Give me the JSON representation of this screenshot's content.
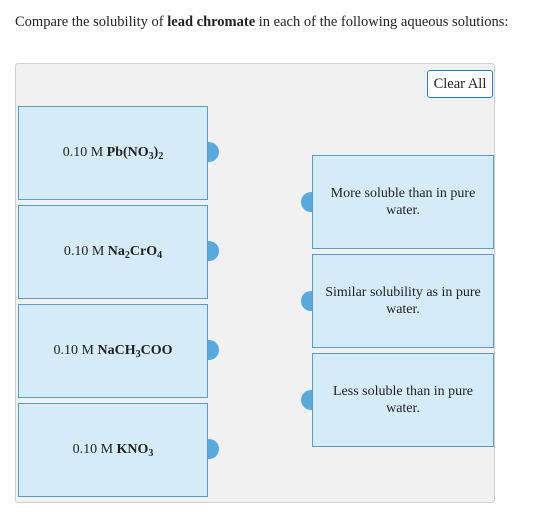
{
  "prompt": {
    "before": "Compare the solubility of ",
    "bold": "lead chromate",
    "after": " in each of the following aqueous solutions:"
  },
  "clear_button": "Clear All",
  "left_items": [
    {
      "prefix": "0.10 M ",
      "formula": [
        [
          "Pb(NO",
          ""
        ],
        [
          "3",
          "sub"
        ],
        [
          ")",
          ""
        ],
        [
          "2",
          "sub"
        ]
      ]
    },
    {
      "prefix": "0.10 M ",
      "formula": [
        [
          "Na",
          ""
        ],
        [
          "2",
          "sub"
        ],
        [
          "CrO",
          ""
        ],
        [
          "4",
          "sub"
        ]
      ]
    },
    {
      "prefix": "0.10 M ",
      "formula": [
        [
          "NaCH",
          ""
        ],
        [
          "3",
          "sub"
        ],
        [
          "COO",
          ""
        ]
      ]
    },
    {
      "prefix": "0.10 M ",
      "formula": [
        [
          "KNO",
          ""
        ],
        [
          "3",
          "sub"
        ]
      ]
    }
  ],
  "right_items": [
    "More soluble than in pure water.",
    "Similar solubility as in pure water.",
    "Less soluble than in pure water."
  ],
  "colors": {
    "box_fill": "#d6ebf8",
    "box_border": "#5b9cc5",
    "connector": "#5aa9dd",
    "panel": "#f1f1f1"
  }
}
